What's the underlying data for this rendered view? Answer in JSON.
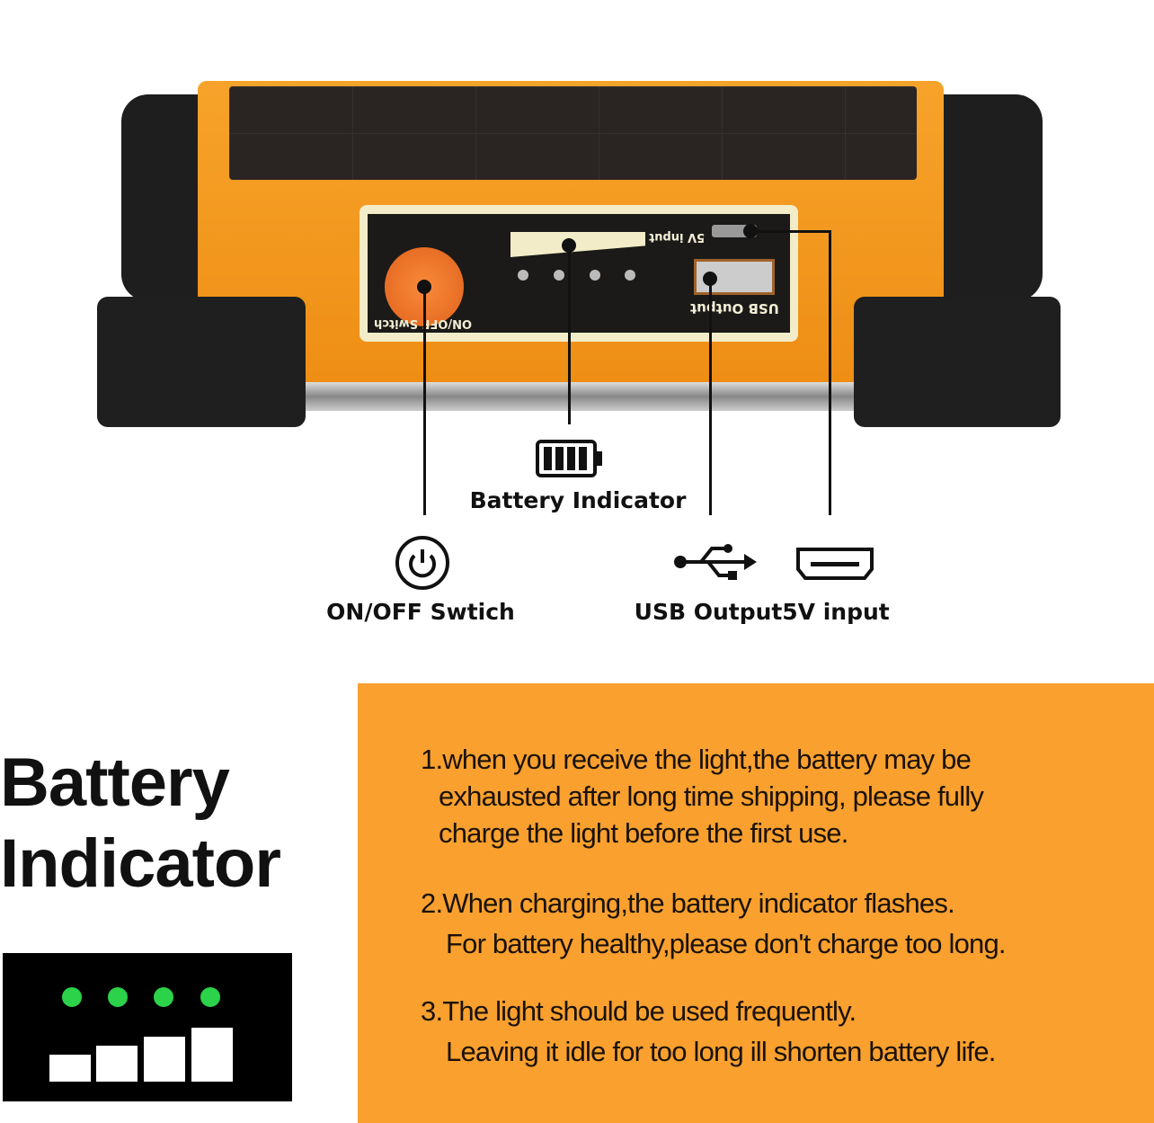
{
  "device_panel": {
    "switch_label": "ON/OFF Switch",
    "input_label": "5V input",
    "usb_label": "USB Output"
  },
  "callouts": {
    "battery_indicator": "Battery Indicator",
    "on_off": "ON/OFF Swtich",
    "usb_output": "USB Output",
    "input_5v": "5V input"
  },
  "section": {
    "title_line1": "Battery",
    "title_line2": "Indicator"
  },
  "indicator_leds": 4,
  "colors": {
    "orange": "#f9a02f",
    "device_orange": "#f39a1e",
    "led_green": "#2bd24a"
  },
  "notes": [
    {
      "lines": [
        "1.when you receive the light,the battery may be",
        "exhausted after long time shipping, please fully",
        "charge the light before the first use."
      ]
    },
    {
      "lines": [
        "2.When charging,the battery indicator flashes.",
        "For battery healthy,please don't charge too long."
      ]
    },
    {
      "lines": [
        "3.The light should be used frequently.",
        "Leaving it idle for too long ill shorten battery life."
      ]
    }
  ]
}
